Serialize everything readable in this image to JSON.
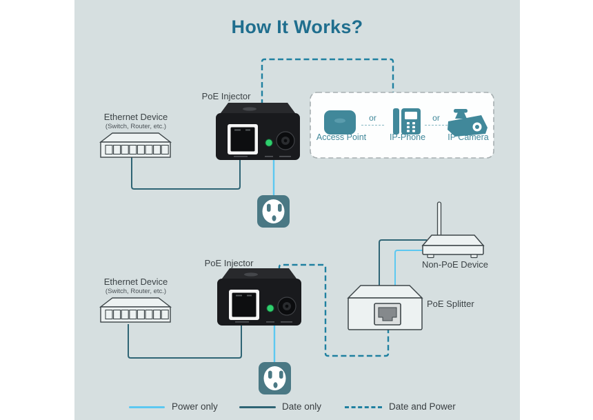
{
  "title": "How It Works?",
  "colors": {
    "background": "#d6dfe0",
    "title": "#1f6e8e",
    "text_dark": "#3b4245",
    "device_teal": "#41889a",
    "outlet_teal": "#4a7884",
    "power_line": "#5cc8f1",
    "data_line": "#2e6474",
    "data_power_line": "#1f80a0"
  },
  "top_section": {
    "ethernet_device": {
      "label": "Ethernet Device",
      "sublabel": "(Switch, Router, etc.)"
    },
    "injector_label": "PoE Injector"
  },
  "powered_devices": {
    "separator": "or",
    "items": [
      {
        "label": "Access Point"
      },
      {
        "label": "IP-Phone"
      },
      {
        "label": "IP Camera"
      }
    ]
  },
  "bottom_section": {
    "ethernet_device": {
      "label": "Ethernet Device",
      "sublabel": "(Switch, Router, etc.)"
    },
    "injector_label": "PoE Injector",
    "non_poe_label": "Non-PoE Device",
    "splitter_label": "PoE Splitter"
  },
  "legend": {
    "items": [
      {
        "label": "Power only",
        "style": "solid",
        "color": "#5cc8f1"
      },
      {
        "label": "Date only",
        "style": "solid",
        "color": "#2e6474"
      },
      {
        "label": "Date and Power",
        "style": "dashed",
        "color": "#1f80a0"
      }
    ]
  }
}
